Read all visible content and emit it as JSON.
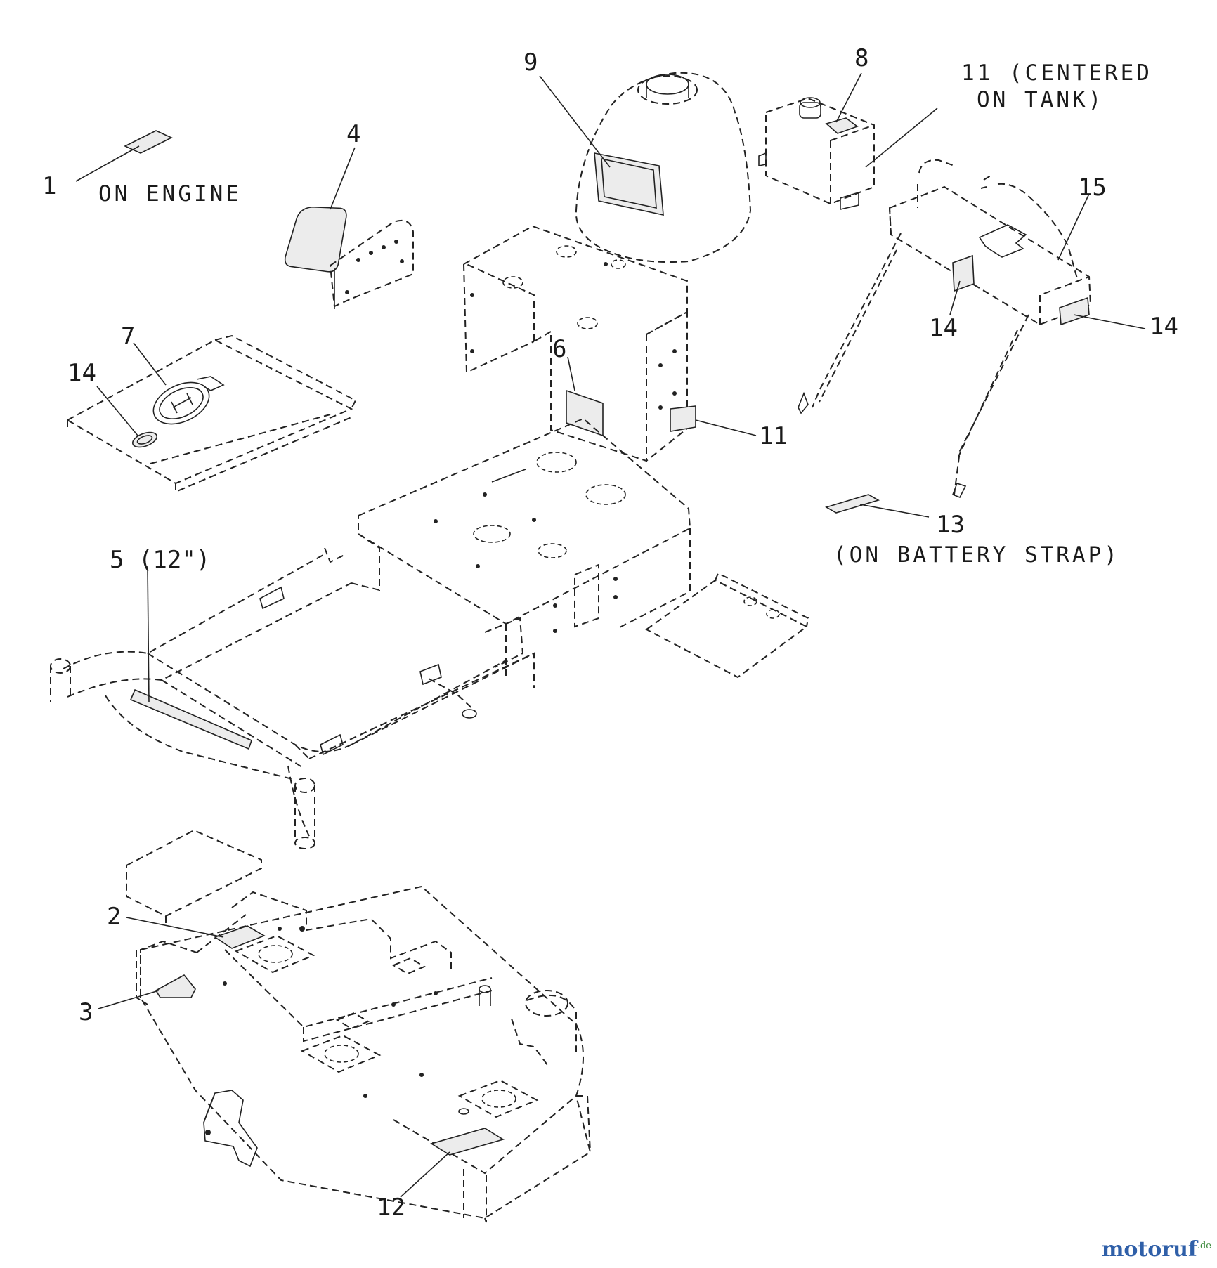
{
  "callouts": {
    "c1": "1",
    "c2": "2",
    "c3": "3",
    "c4": "4",
    "c5": "5 (12\")",
    "c6": "6",
    "c7": "7",
    "c8": "8",
    "c9": "9",
    "c11_tank_a": "11 (CENTERED",
    "c11_tank_b": "ON TANK)",
    "c11": "11",
    "c12": "12",
    "c13": "13",
    "c14_a": "14",
    "c14_b": "14",
    "c14_c": "14",
    "c15": "15"
  },
  "notes": {
    "on_engine": "ON ENGINE",
    "on_battery_strap": "(ON BATTERY STRAP)"
  },
  "watermark": {
    "main": "motoruf",
    "tld": ".de"
  }
}
